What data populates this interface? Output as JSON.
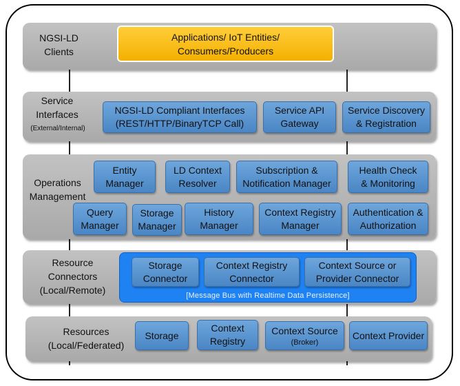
{
  "clients": {
    "label": "NGSI-LD\nClients",
    "app": "Applications/ IoT Entities/\nConsumers/Producers"
  },
  "service": {
    "label": "Service\nInterfaces",
    "note": "(External/Internal)",
    "boxes": [
      "NGSI-LD Compliant Interfaces\n(REST/HTTP/BinaryTCP Call)",
      "Service API\nGateway",
      "Service Discovery\n& Registration"
    ]
  },
  "operations": {
    "label": "Operations\nManagement",
    "row1": [
      "Entity\nManager",
      "LD Context\nResolver",
      "Subscription &\nNotification Manager",
      "Health Check\n& Monitoring"
    ],
    "row2": [
      "Query\nManager",
      "Storage\nManager",
      "History\nManager",
      "Context Registry\nManager",
      "Authentication &\nAuthorization"
    ]
  },
  "connectors": {
    "label": "Resource\nConnectors\n(Local/Remote)",
    "boxes": [
      "Storage\nConnector",
      "Context Registry\nConnector",
      "Context Source or\nProvider Connector"
    ],
    "bus_label": "[Message Bus with Realtime Data Persistence]"
  },
  "resources": {
    "label": "Resources\n(Local/Federated)",
    "storage": "Storage",
    "registry": "Context\nRegistry",
    "source": "Context Source",
    "source_sub": "(Broker)",
    "provider": "Context Provider"
  },
  "colors": {
    "layer": "#b5b5b5",
    "box": "#5b97d4",
    "app": "#f7b90d",
    "bus": "#1f82f2"
  }
}
